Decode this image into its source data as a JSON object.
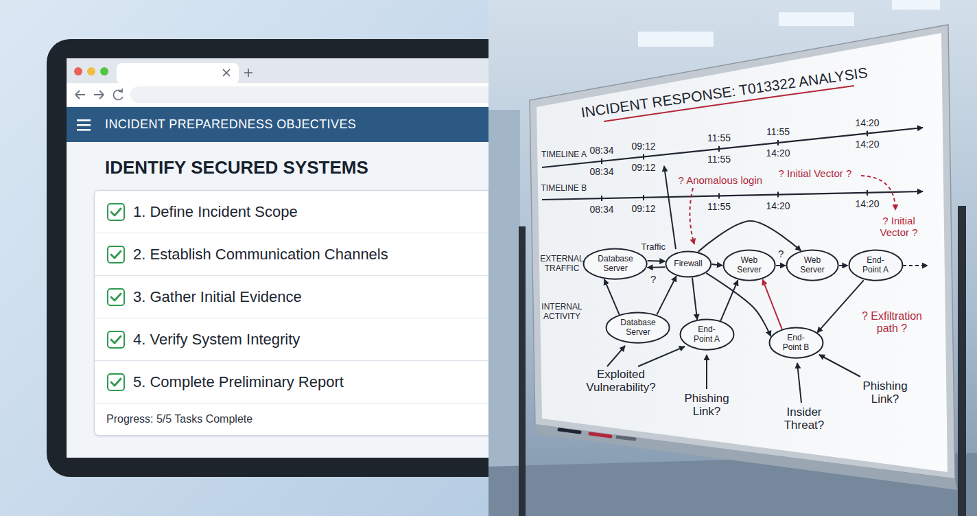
{
  "diagram": {
    "nodes": [
      {
        "text": [
          "INCIDENT PREPAREDNESS OBJECTIVES"
        ]
      },
      {
        "text": [
          "Progress: 5/5 Tasks Complete"
        ]
      },
      {
        "text": [
          "1. Define Incident Scope"
        ],
        "in": 1
      },
      {
        "text": [
          "2. Establish Communication Channels"
        ],
        "in": 1
      },
      {
        "text": [
          "3. Gather Initial Evidence"
        ],
        "in": 1
      },
      {
        "text": [
          "4. Verify System Integrity"
        ],
        "in": 1
      },
      {
        "text": [
          "5. Complete Preliminary Report"
        ],
        "in": 1
      },
      {
        "text": [
          "Database Server"
        ]
      },
      {
        "text": [
          "Firewall"
        ]
      },
      {
        "text": [
          "Web Server"
        ]
      },
      {
        "text": [
          "Web Server"
        ]
      },
      {
        "text": [
          "End-Point A"
        ]
      },
      {
        "text": [
          "Database Server"
        ]
      },
      {
        "text": [
          "End-Point A"
        ]
      },
      {
        "text": [
          "End-Point B"
        ]
      }
    ],
    "edges": [
      {
        "from": 7,
        "to": 8,
        "label": "Traffic",
        "arrow": "to"
      },
      {
        "from": 8,
        "to": 7,
        "label": "?",
        "arrow": "to"
      },
      {
        "from": 8,
        "to": 9,
        "arrow": "to"
      },
      {
        "from": 9,
        "to": 10,
        "label": "?",
        "arrow": "to"
      },
      {
        "from": 10,
        "to": 11,
        "arrow": "to"
      },
      {
        "from": 8,
        "to": 10,
        "arrow": "to"
      },
      {
        "from": 8,
        "to": 13,
        "arrow": "to"
      },
      {
        "from": 8,
        "to": 14,
        "arrow": "to"
      },
      {
        "from": 12,
        "to": 8,
        "arrow": "to"
      },
      {
        "from": 12,
        "to": 7,
        "arrow": "to"
      },
      {
        "from": 13,
        "to": 9,
        "arrow": "to"
      },
      {
        "from": 11,
        "to": 14,
        "arrow": "to"
      },
      {
        "from": 14,
        "to": 9,
        "arrow": "to"
      }
    ],
    "labels": [
      "IDENTIFY SECURED SYSTEMS",
      "INCIDENT RESPONSE: T013322 ANALYSIS",
      "TIMELINE A",
      "08:34",
      "09:12",
      "11:55",
      "11:55",
      "14:20",
      "08:34",
      "09:12",
      "11:55",
      "14:20",
      "14:20",
      "? Anomalous login",
      "? Initial Vector ?",
      "TIMELINE B",
      "08:34",
      "09:12",
      "11:55",
      "14:20",
      "14:20",
      "? Initial Vector ?",
      "EXTERNAL TRAFFIC",
      "INTERNAL ACTIVITY",
      "? Exfiltration path ?",
      "Exploited Vulnerability?",
      "Phishing Link?",
      "Insider Threat?",
      "Phishing Link?"
    ]
  }
}
